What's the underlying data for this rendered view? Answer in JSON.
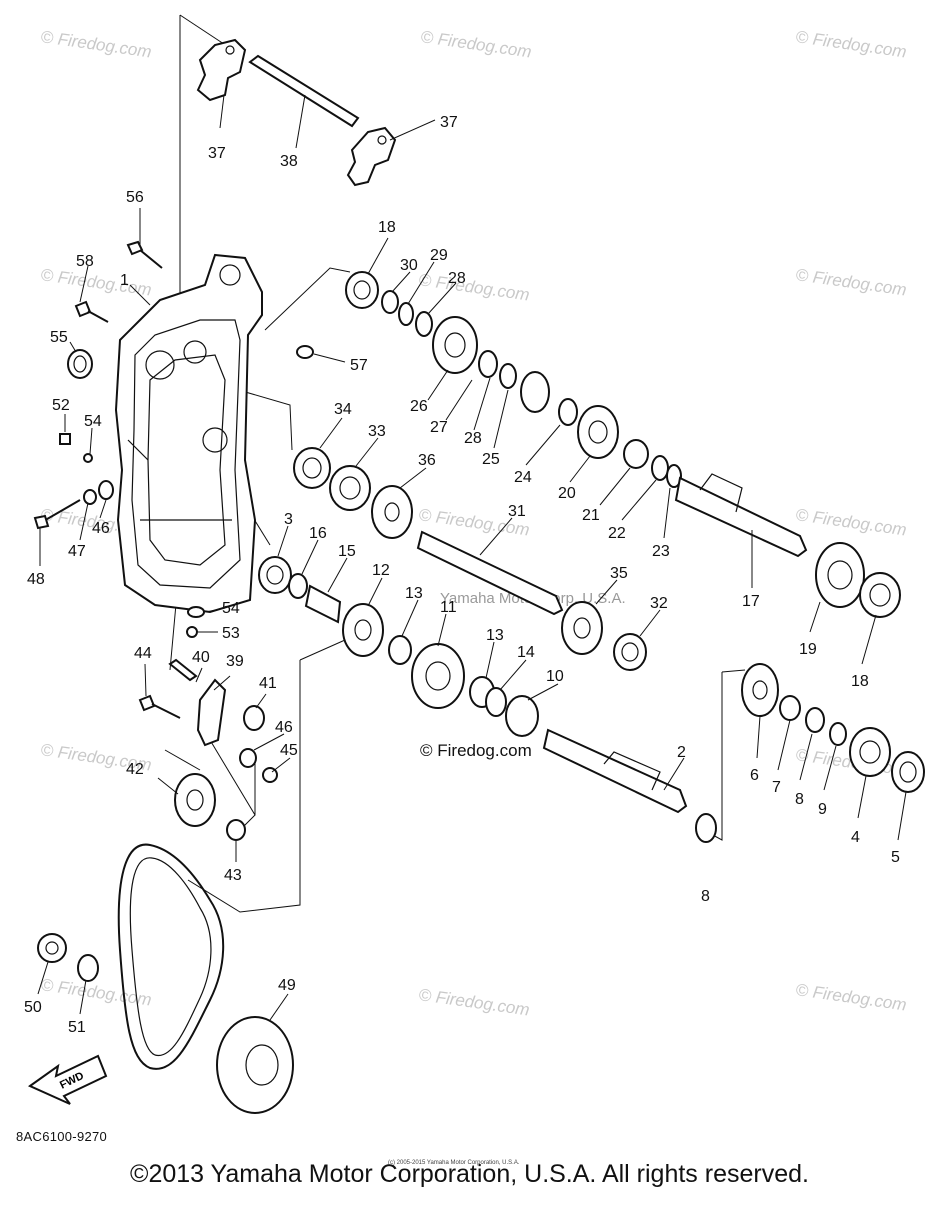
{
  "watermark": "© Firedog.com",
  "center_watermark": "© Firedog.com",
  "overlay_watermark": "Yamaha Motor Corp. U.S.A.",
  "fwd_label": "FWD",
  "ref_code": "8AC6100-9270",
  "small_copyright": "(c) 2005-2015 Yamaha Motor Corporation, U.S.A.",
  "copyright": "©2013 Yamaha Motor Corporation, U.S.A. All rights reserved.",
  "callouts": [
    "1",
    "2",
    "3",
    "4",
    "5",
    "6",
    "7",
    "8",
    "8",
    "9",
    "10",
    "11",
    "12",
    "13",
    "13",
    "14",
    "15",
    "16",
    "17",
    "18",
    "18",
    "19",
    "20",
    "21",
    "22",
    "23",
    "24",
    "25",
    "26",
    "27",
    "28",
    "28",
    "29",
    "30",
    "31",
    "32",
    "33",
    "34",
    "35",
    "36",
    "37",
    "37",
    "38",
    "39",
    "40",
    "41",
    "42",
    "43",
    "44",
    "45",
    "46",
    "46",
    "47",
    "48",
    "49",
    "50",
    "51",
    "52",
    "53",
    "54",
    "54",
    "55",
    "56",
    "57",
    "58"
  ]
}
